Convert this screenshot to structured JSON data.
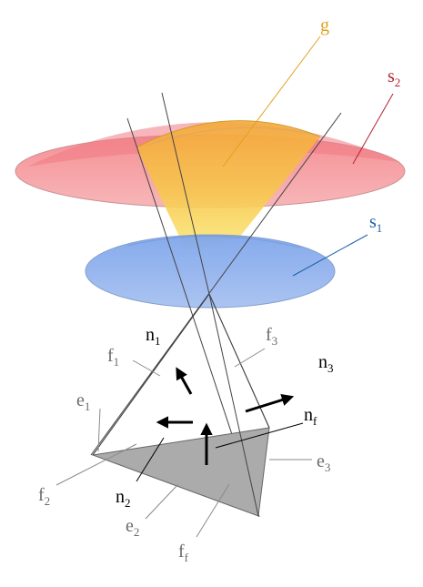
{
  "labels": {
    "g": "g",
    "s2": {
      "base": "s",
      "sub": "2"
    },
    "s1": {
      "base": "s",
      "sub": "1"
    },
    "n1": {
      "base": "n",
      "sub": "1"
    },
    "n2": {
      "base": "n",
      "sub": "2"
    },
    "n3": {
      "base": "n",
      "sub": "3"
    },
    "nf": {
      "base": "n",
      "sub": "f"
    },
    "f1": {
      "base": "f",
      "sub": "1"
    },
    "f2": {
      "base": "f",
      "sub": "2"
    },
    "f3": {
      "base": "f",
      "sub": "3"
    },
    "ff": {
      "base": "f",
      "sub": "f"
    },
    "e1": {
      "base": "e",
      "sub": "1"
    },
    "e2": {
      "base": "e",
      "sub": "2"
    },
    "e3": {
      "base": "e",
      "sub": "3"
    }
  },
  "colors": {
    "g": "#e0a21e",
    "s2": "#b22234",
    "s1": "#1f5fa8",
    "surface_s2": "#f4a0a4",
    "surface_s1": "#9bb8ee",
    "gamma_fill": "#f6c24a",
    "face_ff": "#ababab",
    "labels_gray": "#6b6b6b",
    "normals": "#000000"
  }
}
